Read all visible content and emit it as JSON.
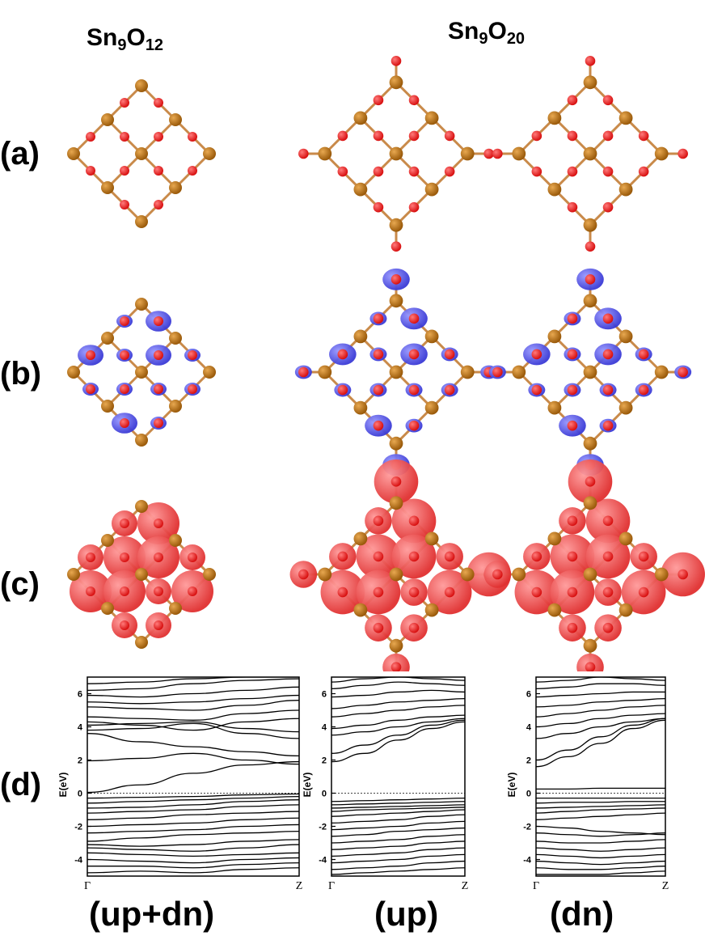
{
  "titles": {
    "left": {
      "base1": "Sn",
      "sub1": "9",
      "base2": "O",
      "sub2": "12"
    },
    "right": {
      "base1": "Sn",
      "sub1": "9",
      "base2": "O",
      "sub2": "20"
    }
  },
  "row_labels": {
    "a": "(a)",
    "b": "(b)",
    "c": "(c)",
    "d": "(d)"
  },
  "column_labels": {
    "col1": "(up+dn)",
    "col2": "(up)",
    "col3": "(dn)"
  },
  "colors": {
    "sn_atom": "#9a5a0a",
    "o_atom": "#d81010",
    "bond": "#c98a4a",
    "spin_density": "#3b3bd6",
    "charge_density": "#e03030"
  },
  "chart_data": [
    {
      "type": "line",
      "panel": "up+dn",
      "ylabel": "E(eV)",
      "x_ticks": [
        "Γ",
        "Z"
      ],
      "ylim": [
        -5,
        7
      ],
      "y_ticks": [
        -4,
        -2,
        0,
        2,
        4,
        6
      ],
      "fermi_level": 0,
      "series": [
        {
          "values": [
            0.05,
            0.5,
            1.2,
            1.7,
            1.9
          ]
        },
        {
          "values": [
            1.95,
            2.1,
            2.4,
            2.0,
            1.75
          ]
        },
        {
          "values": [
            3.6,
            3.1,
            2.8,
            2.5,
            2.25
          ]
        },
        {
          "values": [
            3.8,
            3.9,
            4.2,
            3.6,
            3.3
          ]
        },
        {
          "values": [
            4.1,
            4.2,
            4.3,
            3.9,
            3.7
          ]
        },
        {
          "values": [
            4.3,
            4.1,
            3.8,
            4.3,
            4.5
          ]
        },
        {
          "values": [
            4.6,
            4.5,
            4.4,
            4.8,
            5.0
          ]
        },
        {
          "values": [
            5.2,
            5.1,
            5.0,
            5.3,
            5.6
          ]
        },
        {
          "values": [
            5.5,
            5.4,
            5.5,
            5.7,
            5.9
          ]
        },
        {
          "values": [
            5.9,
            5.8,
            6.0,
            6.2,
            6.4
          ]
        },
        {
          "values": [
            6.2,
            6.3,
            6.6,
            6.8,
            6.9
          ]
        },
        {
          "values": [
            6.6,
            6.7,
            6.9,
            7.0,
            7.0
          ]
        },
        {
          "values": [
            -0.3,
            -0.25,
            -0.2,
            -0.1,
            -0.05
          ]
        },
        {
          "values": [
            -0.6,
            -0.5,
            -0.4,
            -0.3,
            -0.2
          ]
        },
        {
          "values": [
            -0.9,
            -0.85,
            -0.7,
            -0.5,
            -0.4
          ]
        },
        {
          "values": [
            -1.2,
            -1.1,
            -1.0,
            -0.8,
            -0.7
          ]
        },
        {
          "values": [
            -1.6,
            -1.5,
            -1.3,
            -1.2,
            -1.1
          ]
        },
        {
          "values": [
            -2.0,
            -1.9,
            -1.8,
            -1.6,
            -1.5
          ]
        },
        {
          "values": [
            -2.4,
            -2.3,
            -2.2,
            -2.0,
            -1.9
          ]
        },
        {
          "values": [
            -2.9,
            -2.7,
            -2.5,
            -2.4,
            -2.3
          ]
        },
        {
          "values": [
            -3.1,
            -3.2,
            -3.1,
            -2.9,
            -2.8
          ]
        },
        {
          "values": [
            -3.3,
            -3.4,
            -3.5,
            -3.3,
            -3.1
          ]
        },
        {
          "values": [
            -3.6,
            -3.7,
            -3.8,
            -3.7,
            -3.6
          ]
        },
        {
          "values": [
            -4.0,
            -4.1,
            -4.2,
            -4.0,
            -3.9
          ]
        },
        {
          "values": [
            -4.4,
            -4.4,
            -4.5,
            -4.3,
            -4.2
          ]
        },
        {
          "values": [
            -4.8,
            -4.7,
            -4.8,
            -4.6,
            -4.5
          ]
        }
      ]
    },
    {
      "type": "line",
      "panel": "up",
      "ylabel": "E(eV)",
      "x_ticks": [
        "Γ",
        "Z"
      ],
      "ylim": [
        -5,
        7
      ],
      "y_ticks": [
        -4,
        -2,
        0,
        2,
        4,
        6
      ],
      "fermi_level": 0,
      "series": [
        {
          "values": [
            1.9,
            2.4,
            3.2,
            3.9,
            4.3
          ]
        },
        {
          "values": [
            2.4,
            2.9,
            3.5,
            4.1,
            4.4
          ]
        },
        {
          "values": [
            3.5,
            3.7,
            4.0,
            4.3,
            4.5
          ]
        },
        {
          "values": [
            3.9,
            4.1,
            4.4,
            4.6,
            4.7
          ]
        },
        {
          "values": [
            4.6,
            4.8,
            5.0,
            5.2,
            5.3
          ]
        },
        {
          "values": [
            5.1,
            5.3,
            5.5,
            5.6,
            5.7
          ]
        },
        {
          "values": [
            5.8,
            5.9,
            6.1,
            6.2,
            6.1
          ]
        },
        {
          "values": [
            6.3,
            6.5,
            6.7,
            6.6,
            6.5
          ]
        },
        {
          "values": [
            6.7,
            6.9,
            7.0,
            6.9,
            6.8
          ]
        },
        {
          "values": [
            -0.5,
            -0.45,
            -0.4,
            -0.35,
            -0.3
          ]
        },
        {
          "values": [
            -0.7,
            -0.65,
            -0.6,
            -0.55,
            -0.5
          ]
        },
        {
          "values": [
            -0.9,
            -0.85,
            -0.8,
            -0.75,
            -0.7
          ]
        },
        {
          "values": [
            -1.1,
            -1.0,
            -0.95,
            -0.9,
            -0.85
          ]
        },
        {
          "values": [
            -1.4,
            -1.3,
            -1.2,
            -1.1,
            -1.0
          ]
        },
        {
          "values": [
            -1.8,
            -1.7,
            -1.6,
            -1.4,
            -1.3
          ]
        },
        {
          "values": [
            -2.2,
            -2.1,
            -2.0,
            -1.8,
            -1.7
          ]
        },
        {
          "values": [
            -2.6,
            -2.5,
            -2.3,
            -2.2,
            -2.1
          ]
        },
        {
          "values": [
            -3.0,
            -2.9,
            -2.8,
            -2.6,
            -2.5
          ]
        },
        {
          "values": [
            -3.4,
            -3.3,
            -3.2,
            -3.0,
            -2.9
          ]
        },
        {
          "values": [
            -3.8,
            -3.7,
            -3.6,
            -3.4,
            -3.3
          ]
        },
        {
          "values": [
            -4.2,
            -4.1,
            -4.0,
            -3.8,
            -3.7
          ]
        },
        {
          "values": [
            -4.6,
            -4.5,
            -4.4,
            -4.2,
            -4.1
          ]
        },
        {
          "values": [
            -4.9,
            -4.8,
            -4.7,
            -4.6,
            -4.5
          ]
        }
      ]
    },
    {
      "type": "line",
      "panel": "dn",
      "ylabel": "E(eV)",
      "x_ticks": [
        "Γ",
        "Z"
      ],
      "ylim": [
        -5,
        7
      ],
      "y_ticks": [
        -4,
        -2,
        0,
        2,
        4,
        6
      ],
      "fermi_level": 0,
      "series": [
        {
          "values": [
            1.6,
            2.2,
            3.0,
            3.9,
            4.4
          ]
        },
        {
          "values": [
            2.0,
            2.6,
            3.4,
            4.1,
            4.5
          ]
        },
        {
          "values": [
            3.3,
            3.6,
            4.0,
            4.3,
            4.5
          ]
        },
        {
          "values": [
            4.0,
            4.2,
            4.5,
            4.7,
            4.8
          ]
        },
        {
          "values": [
            4.6,
            4.8,
            5.0,
            5.2,
            5.3
          ]
        },
        {
          "values": [
            5.2,
            5.3,
            5.5,
            5.6,
            5.7
          ]
        },
        {
          "values": [
            5.8,
            5.9,
            6.0,
            6.1,
            6.1
          ]
        },
        {
          "values": [
            6.3,
            6.4,
            6.6,
            6.6,
            6.5
          ]
        },
        {
          "values": [
            6.7,
            6.8,
            7.0,
            6.9,
            6.8
          ]
        },
        {
          "values": [
            0.25,
            0.25,
            0.3,
            0.3,
            0.3
          ]
        },
        {
          "values": [
            -0.3,
            -0.3,
            -0.3,
            -0.3,
            -0.3
          ]
        },
        {
          "values": [
            -0.6,
            -0.55,
            -0.55,
            -0.5,
            -0.5
          ]
        },
        {
          "values": [
            -0.9,
            -0.85,
            -0.8,
            -0.75,
            -0.7
          ]
        },
        {
          "values": [
            -1.2,
            -1.1,
            -1.0,
            -0.95,
            -0.9
          ]
        },
        {
          "values": [
            -1.6,
            -1.5,
            -1.4,
            -1.3,
            -1.2
          ]
        },
        {
          "values": [
            -2.0,
            -2.1,
            -2.3,
            -2.4,
            -2.5
          ]
        },
        {
          "values": [
            -2.4,
            -2.5,
            -2.6,
            -2.5,
            -2.4
          ]
        },
        {
          "values": [
            -2.9,
            -3.0,
            -3.0,
            -2.9,
            -2.8
          ]
        },
        {
          "values": [
            -3.3,
            -3.4,
            -3.5,
            -3.4,
            -3.3
          ]
        },
        {
          "values": [
            -3.7,
            -3.8,
            -3.9,
            -3.8,
            -3.7
          ]
        },
        {
          "values": [
            -4.1,
            -4.2,
            -4.3,
            -4.2,
            -4.1
          ]
        },
        {
          "values": [
            -4.5,
            -4.6,
            -4.6,
            -4.5,
            -4.4
          ]
        },
        {
          "values": [
            -4.9,
            -4.9,
            -4.9,
            -4.8,
            -4.7
          ]
        }
      ]
    }
  ]
}
